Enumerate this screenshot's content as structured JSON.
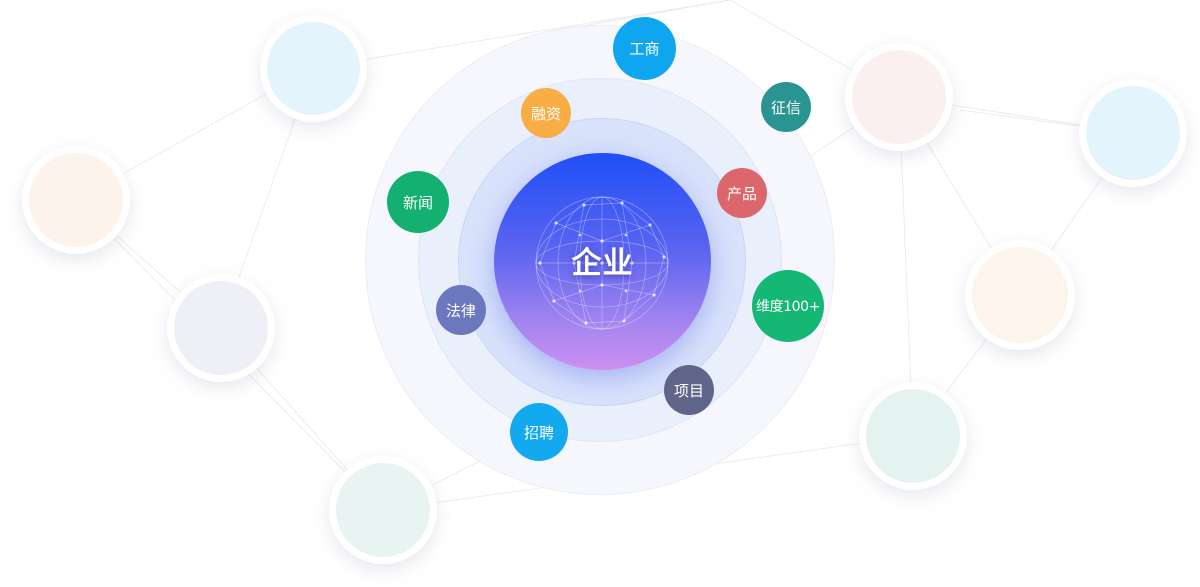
{
  "center": {
    "label": "企业",
    "gradient_top": "#1f4ff7",
    "gradient_bottom": "#cc8ef0"
  },
  "nodes": [
    {
      "id": "gongshang",
      "label": "工商",
      "color": "#10a6ef"
    },
    {
      "id": "zhengxin",
      "label": "征信",
      "color": "#2a9492"
    },
    {
      "id": "rongzi",
      "label": "融资",
      "color": "#f9ad45"
    },
    {
      "id": "chanpin",
      "label": "产品",
      "color": "#db666b"
    },
    {
      "id": "xinwen",
      "label": "新闻",
      "color": "#14b06f"
    },
    {
      "id": "weidu",
      "label": "维度100+",
      "color": "#15b775"
    },
    {
      "id": "falv",
      "label": "法律",
      "color": "#6b78be"
    },
    {
      "id": "xiangmu",
      "label": "项目",
      "color": "#5f6489"
    },
    {
      "id": "zhaopin",
      "label": "招聘",
      "color": "#13a9ef"
    }
  ],
  "decor_circle_colors": [
    "#e3f4fc",
    "#fdf3ea",
    "#eeeff7",
    "#e8f4f2",
    "#fbf0ef",
    "#e3f4fc",
    "#fdf4ec",
    "#e5f3f0"
  ]
}
